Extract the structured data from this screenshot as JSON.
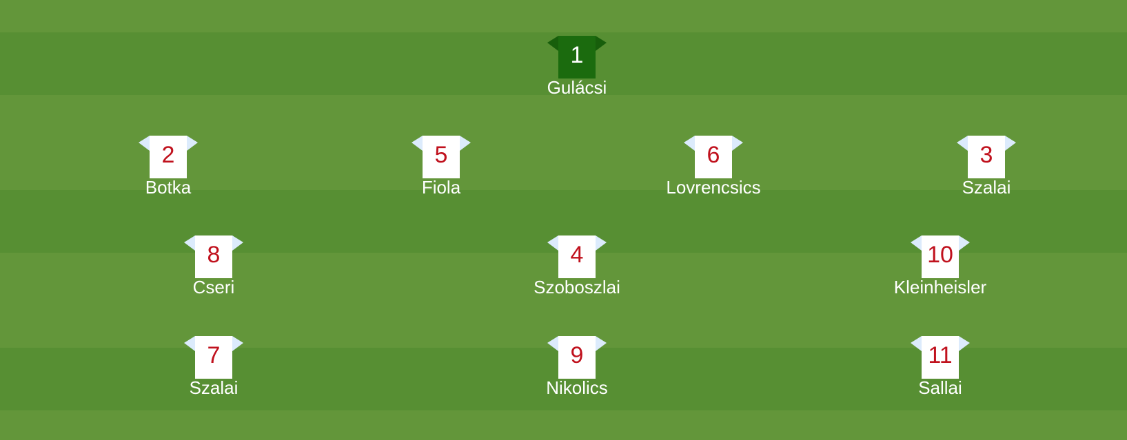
{
  "kits": {
    "goalkeeper": {
      "body": "#1b6b0e",
      "sleeve": "#175e0b",
      "number": "#ffffff"
    },
    "outfield": {
      "body": "#ffffff",
      "sleeve": "#dcebfc",
      "number": "#c0111d"
    }
  },
  "players": [
    {
      "number": "1",
      "name": "Gulácsi",
      "kit": "goalkeeper"
    },
    {
      "number": "2",
      "name": "Botka",
      "kit": "outfield"
    },
    {
      "number": "5",
      "name": "Fiola",
      "kit": "outfield"
    },
    {
      "number": "6",
      "name": "Lovrencsics",
      "kit": "outfield"
    },
    {
      "number": "3",
      "name": "Szalai",
      "kit": "outfield"
    },
    {
      "number": "8",
      "name": "Cseri",
      "kit": "outfield"
    },
    {
      "number": "4",
      "name": "Szoboszlai",
      "kit": "outfield"
    },
    {
      "number": "10",
      "name": "Kleinheisler",
      "kit": "outfield"
    },
    {
      "number": "7",
      "name": "Szalai",
      "kit": "outfield"
    },
    {
      "number": "9",
      "name": "Nikolics",
      "kit": "outfield"
    },
    {
      "number": "11",
      "name": "Sallai",
      "kit": "outfield"
    }
  ]
}
